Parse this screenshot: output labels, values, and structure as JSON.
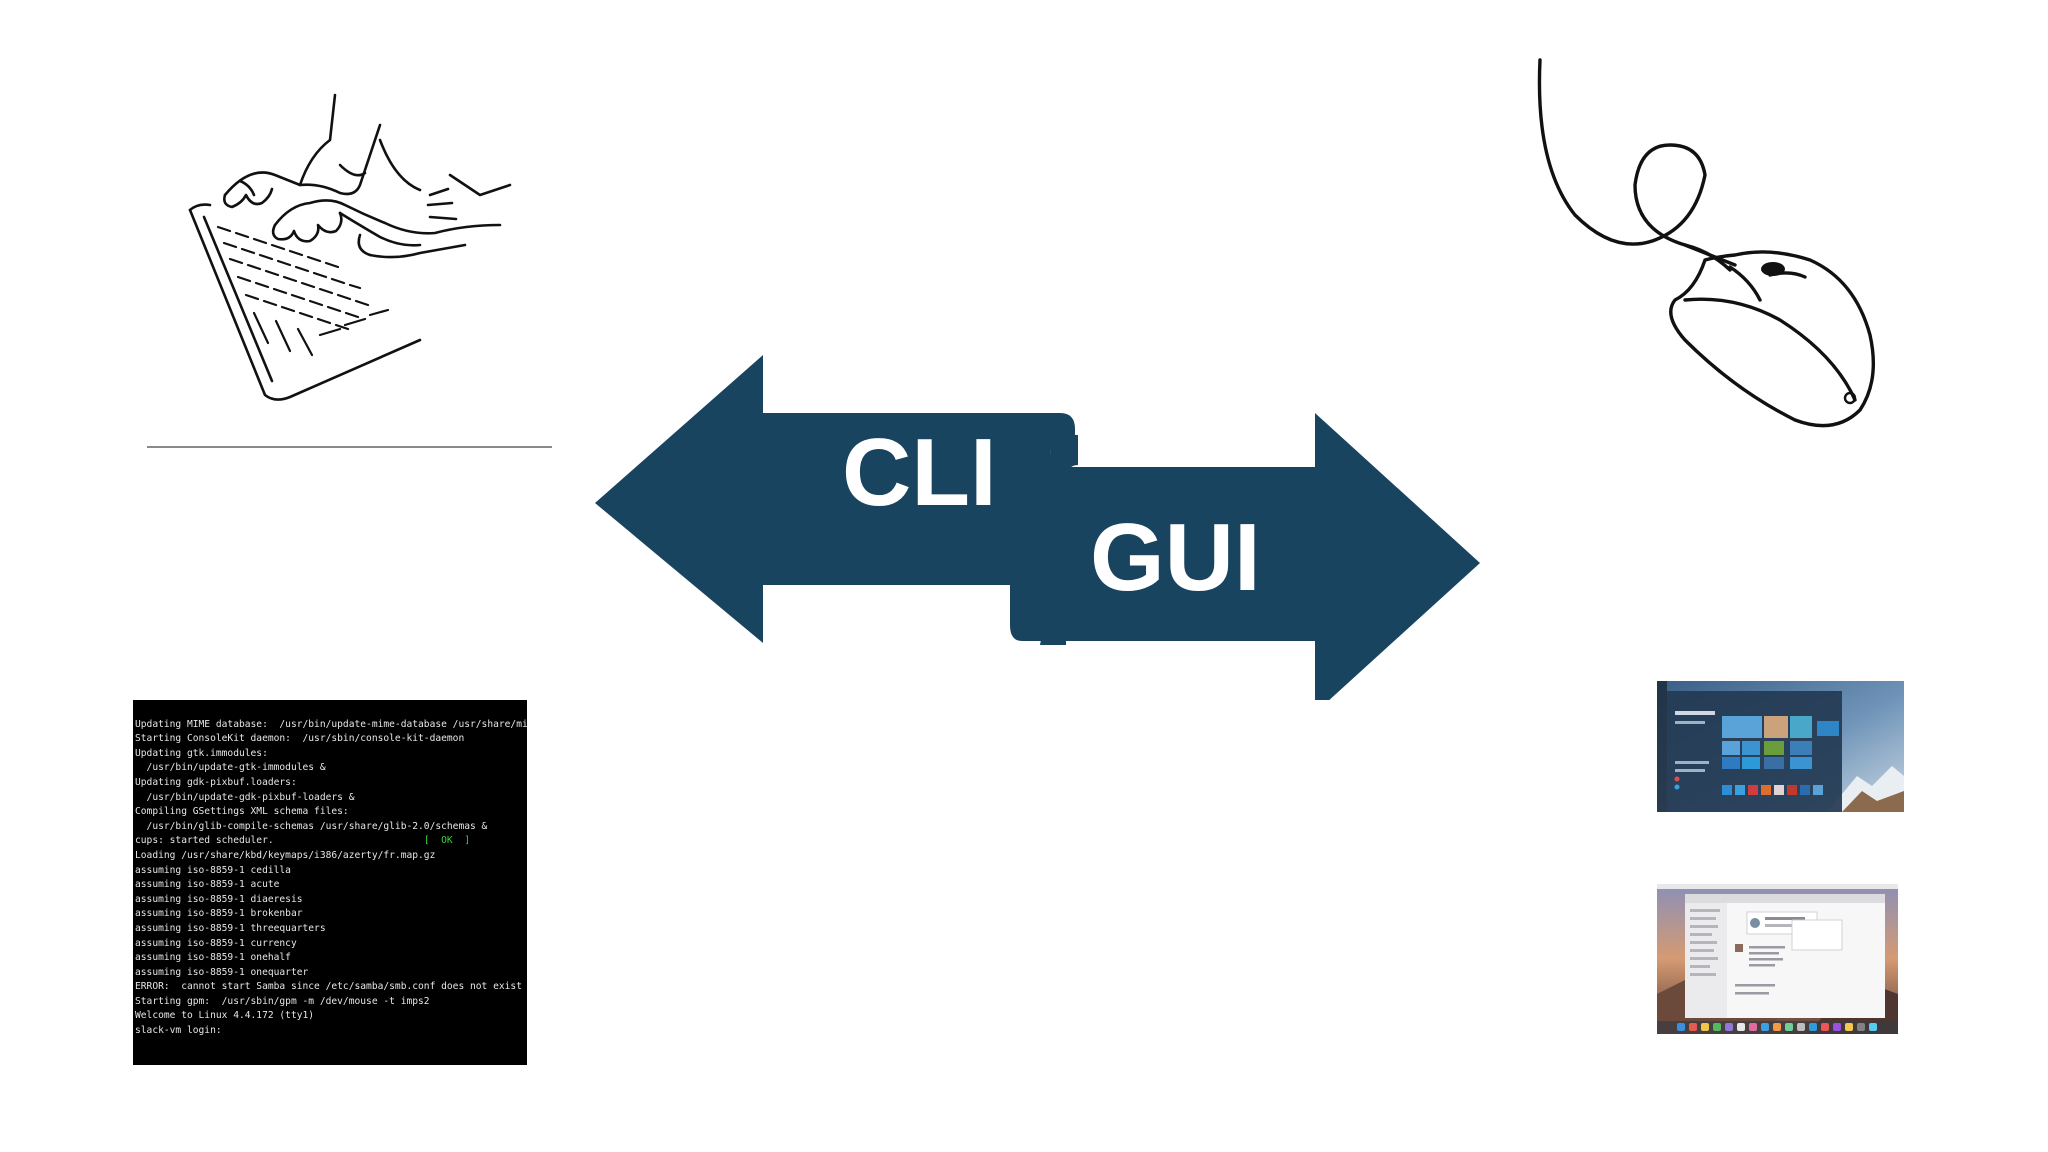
{
  "arrows": {
    "left_label": "CLI",
    "right_label": "GUI",
    "color": "#19445f"
  },
  "terminal": {
    "lines": [
      "Updating MIME database:  /usr/bin/update-mime-database /usr/share/mime &",
      "Starting ConsoleKit daemon:  /usr/sbin/console-kit-daemon",
      "Updating gtk.immodules:",
      "  /usr/bin/update-gtk-immodules &",
      "Updating gdk-pixbuf.loaders:",
      "  /usr/bin/update-gdk-pixbuf-loaders &",
      "Compiling GSettings XML schema files:",
      "  /usr/bin/glib-compile-schemas /usr/share/glib-2.0/schemas &",
      "cups: started scheduler.",
      "Loading /usr/share/kbd/keymaps/i386/azerty/fr.map.gz",
      "assuming iso-8859-1 cedilla",
      "assuming iso-8859-1 acute",
      "assuming iso-8859-1 diaeresis",
      "assuming iso-8859-1 brokenbar",
      "assuming iso-8859-1 threequarters",
      "assuming iso-8859-1 currency",
      "assuming iso-8859-1 onehalf",
      "assuming iso-8859-1 onequarter",
      "ERROR:  cannot start Samba since /etc/samba/smb.conf does not exist",
      "Starting gpm:  /usr/sbin/gpm -m /dev/mouse -t imps2",
      "",
      "",
      "Welcome to Linux 4.4.172 (tty1)",
      "",
      "slack-vm login:"
    ],
    "ok_text": "[  OK  ]"
  },
  "colors": {
    "arrow": "#19445f",
    "terminal_bg": "#000000",
    "terminal_fg": "#e6e6e6",
    "ok_green": "#3bd13b"
  },
  "icons": {
    "keyboard": "hands-typing-keyboard-icon",
    "mouse": "computer-mouse-icon"
  }
}
